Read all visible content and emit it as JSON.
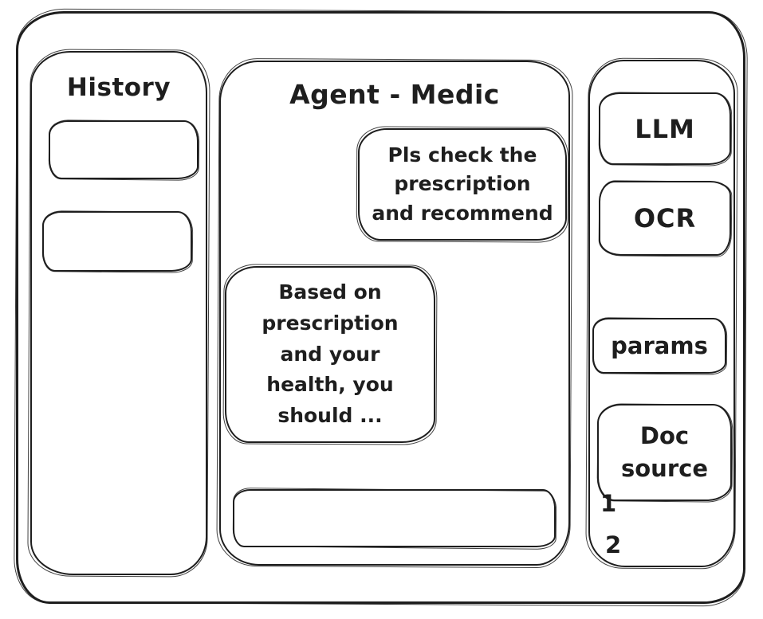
{
  "colors": {
    "ink": "#1e1e1e",
    "background": "#ffffff"
  },
  "history": {
    "title": "History",
    "items": [
      {
        "label": ""
      },
      {
        "label": ""
      }
    ]
  },
  "chat": {
    "title": "Agent - Medic",
    "messages": [
      {
        "role": "user",
        "text": "Pls check the\nprescription\nand recommend"
      },
      {
        "role": "agent",
        "text": "Based on\nprescription\nand your\nhealth, you\nshould ..."
      }
    ],
    "input_value": ""
  },
  "tools": {
    "items": [
      {
        "label": "LLM"
      },
      {
        "label": "OCR"
      },
      {
        "label": "params"
      },
      {
        "label": "Doc\nsource"
      }
    ],
    "doc_source_numbers": [
      "1",
      "2"
    ]
  }
}
